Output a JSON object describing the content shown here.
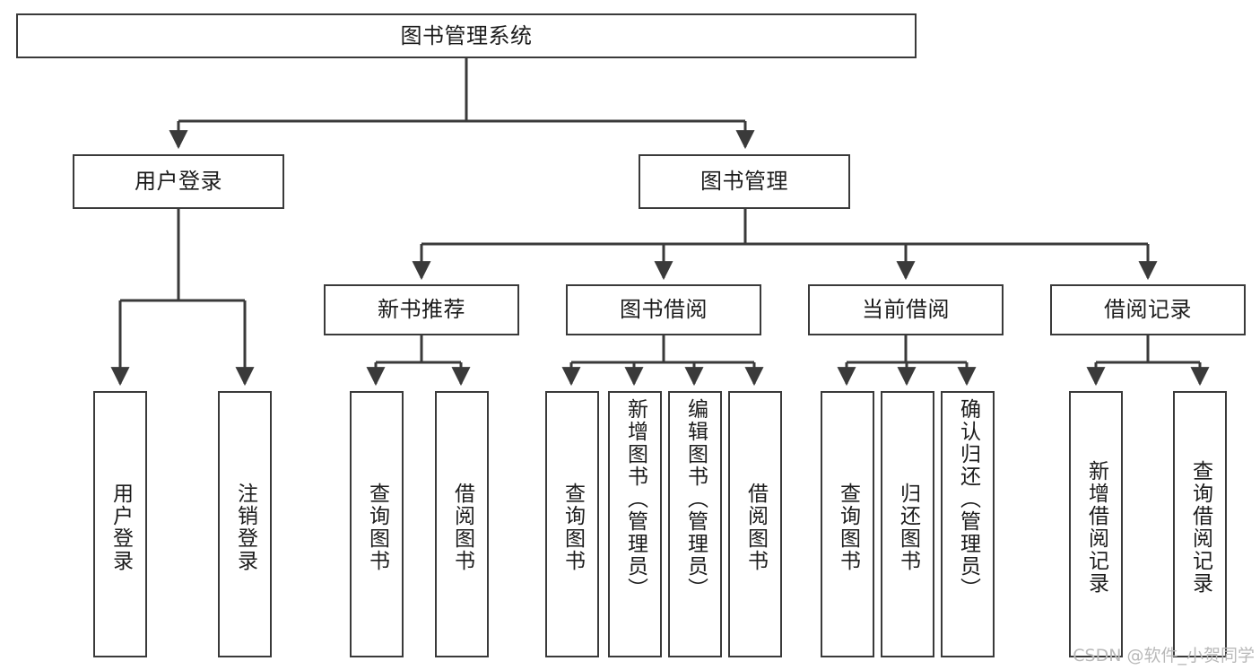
{
  "diagram": {
    "title": "图书管理系统",
    "type": "tree-hierarchy-chart",
    "watermark": "CSDN @软件_小贺同学",
    "colors": {
      "box_border": "#3a3a3a",
      "box_fill": "#ffffff",
      "edge": "#3a3a3a",
      "text": "#1c1c1c",
      "watermark": "#b9b9b9",
      "background": "#ffffff"
    },
    "nodes": {
      "root": {
        "label": "图书管理系统"
      },
      "level2": [
        {
          "id": "user-login",
          "label": "用户登录"
        },
        {
          "id": "book-manage",
          "label": "图书管理"
        }
      ],
      "level3": [
        {
          "id": "new-book-recommend",
          "label": "新书推荐"
        },
        {
          "id": "book-borrow",
          "label": "图书借阅"
        },
        {
          "id": "current-borrow",
          "label": "当前借阅"
        },
        {
          "id": "borrow-record",
          "label": "借阅记录"
        }
      ],
      "leaves": {
        "user_login": [
          {
            "id": "leaf-user-login",
            "label": "用户登录"
          },
          {
            "id": "leaf-logout-login",
            "label": "注销登录"
          }
        ],
        "new_book_recommend": [
          {
            "id": "leaf-query-book-1",
            "label": "查询图书"
          },
          {
            "id": "leaf-borrow-book-1",
            "label": "借阅图书"
          }
        ],
        "book_borrow": [
          {
            "id": "leaf-query-book-2",
            "label": "查询图书"
          },
          {
            "id": "leaf-add-book",
            "label": "新增图书（管理员）"
          },
          {
            "id": "leaf-edit-book",
            "label": "编辑图书（管理员）"
          },
          {
            "id": "leaf-borrow-book-2",
            "label": "借阅图书"
          }
        ],
        "current_borrow": [
          {
            "id": "leaf-query-book-3",
            "label": "查询图书"
          },
          {
            "id": "leaf-return-book",
            "label": "归还图书"
          },
          {
            "id": "leaf-confirm-return",
            "label": "确认归还（管理员）"
          }
        ],
        "borrow_record": [
          {
            "id": "leaf-add-record",
            "label": "新增借阅记录"
          },
          {
            "id": "leaf-query-record",
            "label": "查询借阅记录"
          }
        ]
      }
    }
  }
}
